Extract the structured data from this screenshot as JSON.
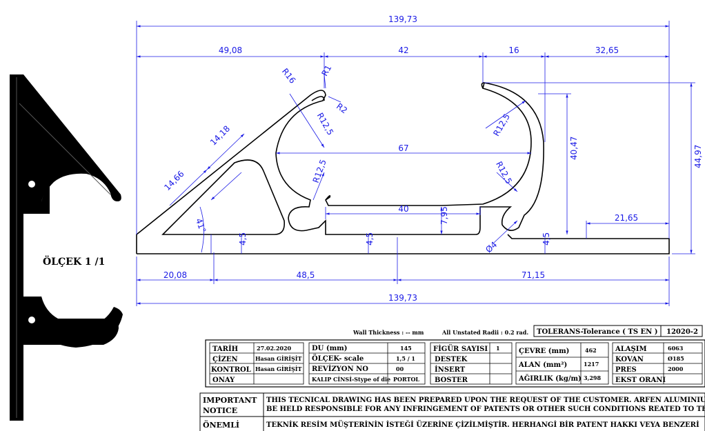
{
  "dimensions": {
    "overall_top": "139,73",
    "seg_1": "49,08",
    "seg_2": "42",
    "seg_3": "16",
    "seg_4": "32,65",
    "r16": "R16",
    "r1": "R1",
    "r2": "R2",
    "r12_5_a": "R12,5",
    "r12_5_b": "R12,5",
    "r12_5_c": "R12,5",
    "r12_5_d": "R12,5",
    "d14_18": "14,18",
    "d14_66": "14,66",
    "d67": "67",
    "d40": "40",
    "d7_95": "7,95",
    "d40_47": "40,47",
    "d44_97": "44,97",
    "d21_65": "21,65",
    "angle_41": "41°",
    "t4_5_a": "4,5",
    "t4_5_b": "4,5",
    "t4_5_c": "4,5",
    "dia4": "Ø4",
    "b20_08": "20,08",
    "b48_5": "48,5",
    "b71_15": "71,15",
    "overall_bottom": "139,73"
  },
  "scale_label": "ÖLÇEK 1 /1",
  "notes": {
    "wall_thickness": "Wall Thickness : -- mm",
    "unstated_radii": "All Unstated Radii : 0.2  rad.",
    "tolerance": "TOLERANS-Tolerance ( TS   EN )",
    "drawing_no": "12020-2"
  },
  "title_block": {
    "tarih_label": "TARİH",
    "tarih_value": "27.02.2020",
    "cizen_label": "ÇİZEN",
    "cizen_value": "Hasan GİRİŞİT",
    "kontrol_label": "KONTROL",
    "kontrol_value": "Hasan GİRİŞİT",
    "onay_label": "ONAY",
    "onay_value": "",
    "du_label": "DU (mm)",
    "du_value": "145",
    "olcek_label": "ÖLÇEK- scale",
    "olcek_value": "1,5 / 1",
    "revizyon_label": "REVİZYON NO",
    "revizyon_value": "00",
    "kalip_label": "KALIP CİNSİ-Stype of die",
    "kalip_value": "PORTOL",
    "figur_label": "FİGÜR SAYISI",
    "figur_value": "1",
    "destek_label": "DESTEK",
    "destek_value": "",
    "insert_label": "İNSERT",
    "insert_value": "",
    "boster_label": "BOSTER",
    "boster_value": "",
    "cevre_label": "ÇEVRE (mm)",
    "cevre_value": "462",
    "alan_label": "ALAN (mm²)",
    "alan_value": "1217",
    "agirlik_label": "AĞIRLIK (kg/m)",
    "agirlik_value": "3,298",
    "alasim_label": "ALAŞIM",
    "alasim_value": "6063",
    "kovan_label": "KOVAN",
    "kovan_value": "Ø185",
    "pres_label": "PRES",
    "pres_value": "2000",
    "ekst_label": "EKST ORANI",
    "ekst_value": ""
  },
  "notice": {
    "important_1": "IMPORTANT",
    "important_2": "NOTICE",
    "important_text_1": "THIS TECNICAL DRAWING HAS BEEN PREPARED UPON THE REQUEST OF THE CUSTOMER. ARFEN ALUMINIUM CANNOT",
    "important_text_2": " BE HELD RESPONSIBLE FOR ANY INFRINGEMENT OF PATENTS OR OTHER SUCH CONDITIONS REATED TO THIS DESIGN",
    "onemli": "ÖNEMLİ",
    "onemli_text": "TEKNİK RESİM MÜŞTERİNİN İSTEĞİ ÜZERİNE ÇİZİLMİŞTİR. HERHANGİ BİR PATENT HAKKI VEYA BENZERİ"
  },
  "colors": {
    "dimension": "#1a1ae6",
    "profile": "#000000"
  }
}
